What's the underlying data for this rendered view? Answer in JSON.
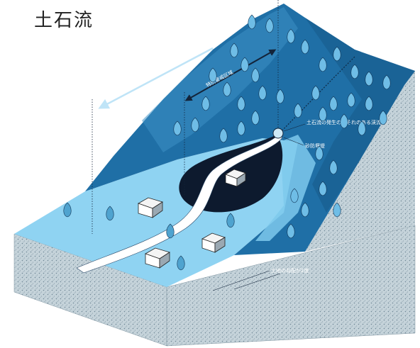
{
  "title": "土石流",
  "labels": {
    "warning_area": "警戒区域",
    "special_warning_area": "特別警戒区域",
    "debris_flow_start_point": "土石流の発生のおそれのある渓流",
    "check_dam": "砂防堰堤",
    "alluvial_fan_apex": "土地の勾配が2度"
  },
  "colors": {
    "background": "#ffffff",
    "mountain_slope": "#1f6fa6",
    "mountain_light": "#3c8fc4",
    "warning_zone": "#8fd3f2",
    "special_zone": "#0d1a2e",
    "soil_cross_section": "#c9d6dc",
    "stream": "#ffffff"
  }
}
